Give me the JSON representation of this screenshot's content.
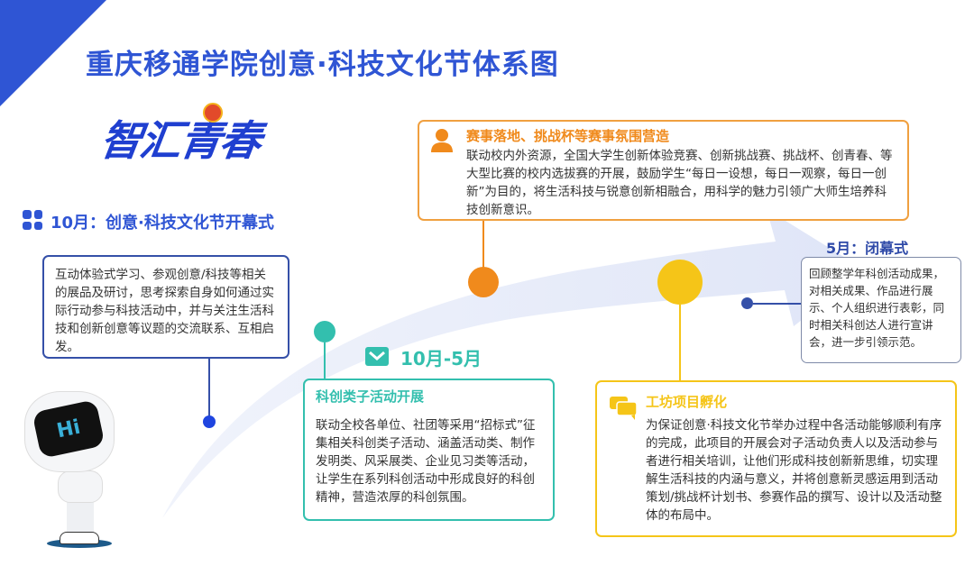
{
  "title": "重庆移通学院创意·科技文化节体系图",
  "logo": {
    "text": "智汇青春"
  },
  "colors": {
    "blue": "#2f55d4",
    "teal": "#33bfae",
    "orange": "#f08a1c",
    "yellow": "#f5c518",
    "dark_blue": "#3550a8"
  },
  "opening": {
    "heading": "10月：创意·科技文化节开幕式",
    "body": "互动体验式学习、参观创意/科技等相关的展品及研讨，思考探索自身如何通过实际行动参与科技活动中，并与关注生活科技和创新创意等议题的交流联系、互相启发。"
  },
  "period": {
    "label": "10月-5月",
    "heading": "科创类子活动开展",
    "body": "联动全校各单位、社团等采用“招标式”征集相关科创类子活动、涵盖活动类、制作发明类、风采展类、企业见习类等活动，让学生在系列科创活动中形成良好的科创精神，营造浓厚的科创氛围。"
  },
  "competition": {
    "heading": "赛事落地、挑战杯等赛事氛围营造",
    "body": "联动校内外资源，全国大学生创新体验竞赛、创新挑战赛、挑战杯、创青春、等大型比赛的校内选拔赛的开展，鼓励学生“每日一设想，每日一观察，每日一创新”为目的，将生活科技与锐意创新相融合，用科学的魅力引领广大师生培养科技创新意识。"
  },
  "workshop": {
    "heading": "工坊项目孵化",
    "body": "为保证创意·科技文化节举办过程中各活动能够顺利有序的完成，此项目的开展会对子活动负责人以及活动参与者进行相关培训，让他们形成科技创新新思维，切实理解生活科技的内涵与意义，并将创意新灵感运用到活动策划/挑战杯计划书、参赛作品的撰写、设计以及活动整体的布局中。"
  },
  "closing": {
    "heading": "5月：闭幕式",
    "body": "回顾整学年科创活动成果，对相关成果、作品进行展示、个人组织进行表彰，同时相关科创达人进行宣讲会，进一步引领示范。"
  },
  "robot": {
    "screen_text": "Hi"
  }
}
